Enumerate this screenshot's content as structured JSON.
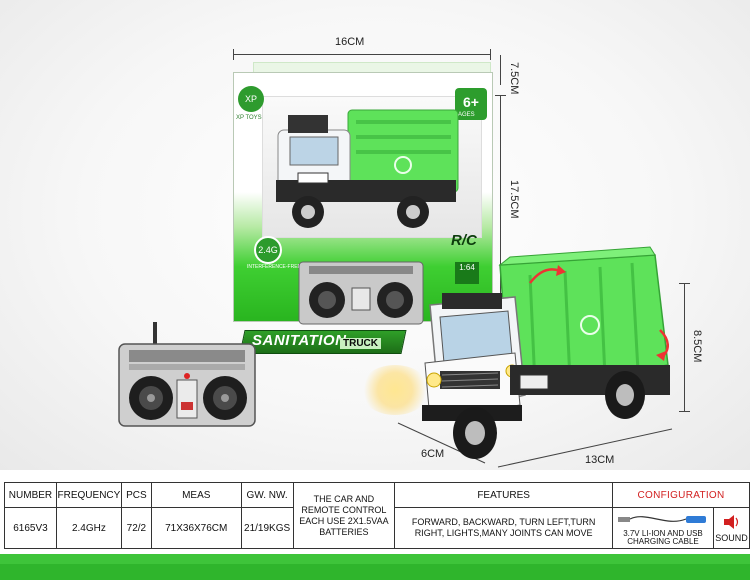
{
  "dimensions": {
    "box_width": "16CM",
    "box_depth": "7.5CM",
    "box_height": "17.5CM",
    "truck_height": "8.5CM",
    "truck_depth": "6CM",
    "truck_length": "13CM"
  },
  "package": {
    "banner_title": "SANITATION",
    "banner_sub": "TRUCK",
    "rc_label": "R/C",
    "scale_label": "1:64",
    "age_label": "6+",
    "age_sub": "AGES",
    "badge_label": "2.4G",
    "badge_sub": "INTERFERENCE-FREE",
    "brand_sub": "XP TOYS"
  },
  "table": {
    "headers": [
      "NUMBER",
      "FREQUENCY",
      "PCS",
      "MEAS",
      "GW. NW.",
      "",
      "FEATURES",
      "CONFIGURATION"
    ],
    "row": {
      "number": "6165V3",
      "frequency": "2.4GHz",
      "pcs": "72/2",
      "meas": "71X36X76CM",
      "gw_nw": "21/19KGS",
      "batteries": "THE CAR AND REMOTE CONTROL EACH USE 2X1.5VAA BATTERIES",
      "features": "FORWARD, BACKWARD, TURN LEFT,TURN RIGHT, LIGHTS,MANY JOINTS CAN MOVE"
    },
    "config": {
      "cable_text": "3.7V LI-ION AND USB CHARGING CABLE",
      "sound_label": "SOUND"
    }
  },
  "colors": {
    "truck_green": "#5ee25a",
    "brand_green": "#2fb52c",
    "config_red": "#d21f1f"
  },
  "icons": [
    "usb-cable-icon",
    "sound-icon",
    "rotate-arrow-icon"
  ]
}
